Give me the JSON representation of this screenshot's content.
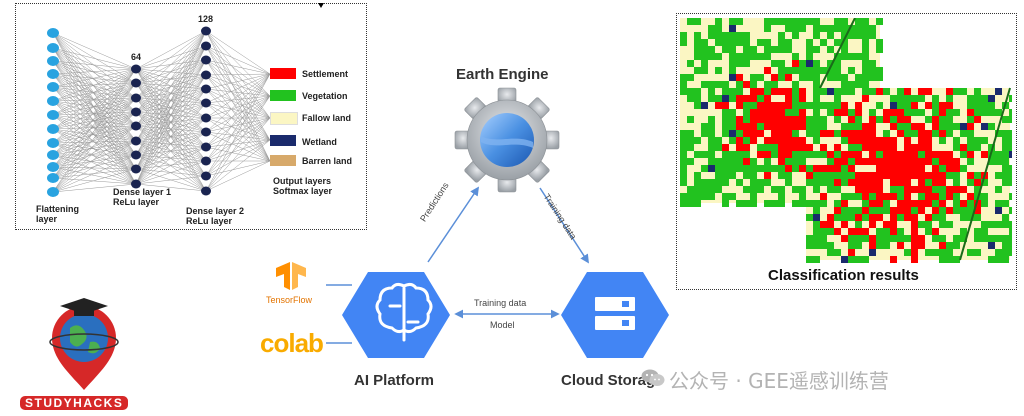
{
  "neural_network": {
    "layer_sizes": {
      "dense1": "64",
      "dense2": "128"
    },
    "layer_labels": {
      "flatten": [
        "Flattening",
        "layer"
      ],
      "dense1": [
        "Dense layer 1",
        "ReLu layer"
      ],
      "dense2": [
        "Dense layer 2",
        "ReLu layer"
      ],
      "output": [
        "Output layers",
        "Softmax layer"
      ]
    },
    "legend": [
      {
        "label": "Settlement",
        "color": "#ff0000"
      },
      {
        "label": "Vegetation",
        "color": "#22c21f"
      },
      {
        "label": "Fallow land",
        "color": "#fbf6c3"
      },
      {
        "label": "Wetland",
        "color": "#1a2a6c"
      },
      {
        "label": "Barren land",
        "color": "#d7a96a"
      }
    ]
  },
  "pipeline": {
    "earth_engine": "Earth Engine",
    "ai_platform": "AI Platform",
    "cloud_storage": "Cloud Storage",
    "predictions": "Predictions",
    "training_data_diag": "Training data",
    "training_data": "Training data",
    "model": "Model",
    "tensorflow": "TensorFlow",
    "colab": "colab"
  },
  "classification": {
    "title": "Classification results"
  },
  "logo": {
    "text": "STUDYHACKS"
  },
  "watermark": {
    "text": "公众号 · GEE遥感训练营"
  },
  "colors": {
    "google_blue": "#4285f4",
    "google_blue_dark": "#3367d6",
    "settlement": "#ff0000",
    "vegetation": "#22c21f",
    "fallow": "#fbf6c3",
    "wetland": "#1a2a6c"
  }
}
